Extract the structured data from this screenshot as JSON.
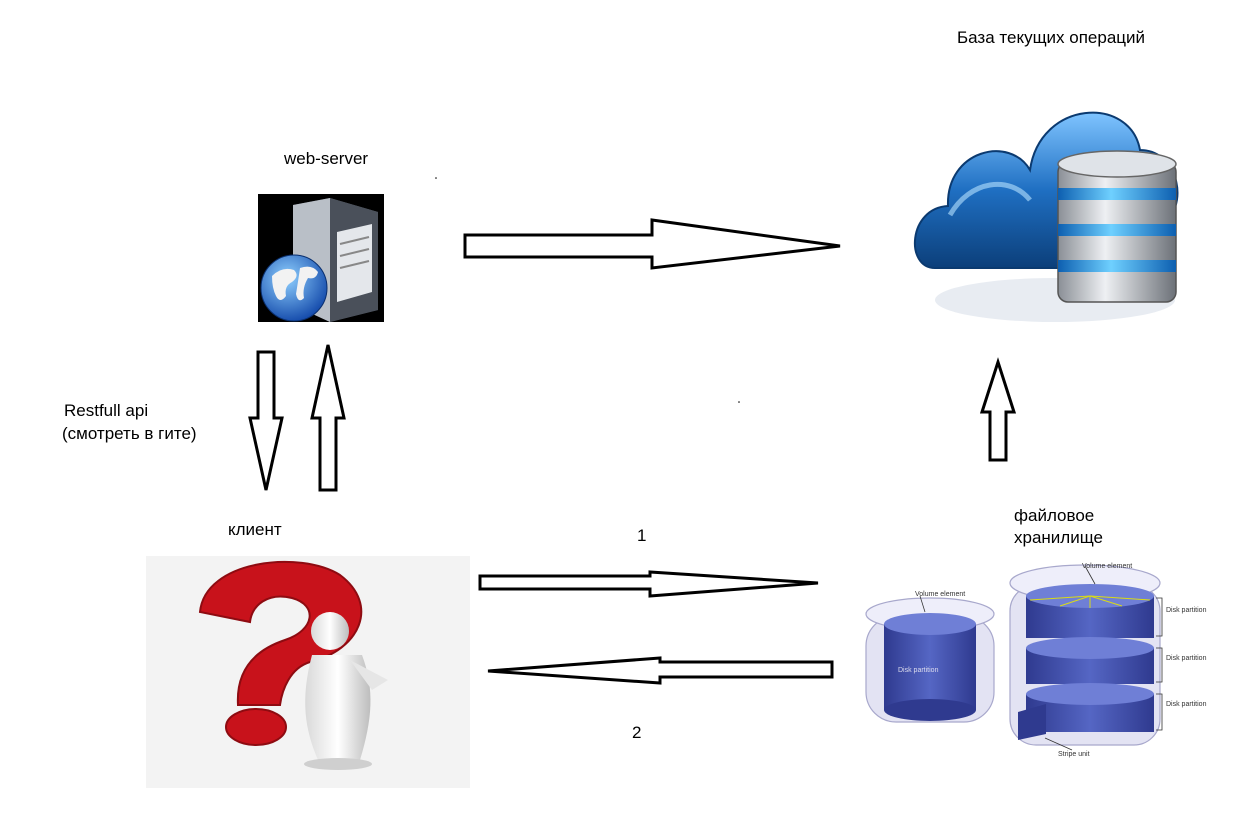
{
  "nodes": {
    "web_server": {
      "label": "web-server"
    },
    "database": {
      "label": "База текущих операций"
    },
    "client": {
      "label": "клиент"
    },
    "file_storage": {
      "label_line1": "файловое",
      "label_line2": "хранилище"
    }
  },
  "edges": {
    "api_note_line1": "Restfull api",
    "api_note_line2": "(смотреть в гите)",
    "request_label": "1",
    "response_label": "2"
  },
  "storage_figure": {
    "volume_element_left": "Volume element",
    "volume_element_top": "Volume element",
    "disk_partition": "Disk partition",
    "partition_1": "Disk partition",
    "partition_2": "Disk partition",
    "partition_3": "Disk partition",
    "stripe_unit": "Stripe unit"
  },
  "icons": {
    "web_server": "server-globe-icon",
    "database": "cloud-database-icon",
    "client": "question-person-icon",
    "file_storage": "disk-storage-icon"
  },
  "colors": {
    "cloud_blue": "#1f6fc2",
    "question_red": "#c8121b",
    "disk_navy": "#3f4ea8",
    "arrow_stroke": "#000000"
  }
}
